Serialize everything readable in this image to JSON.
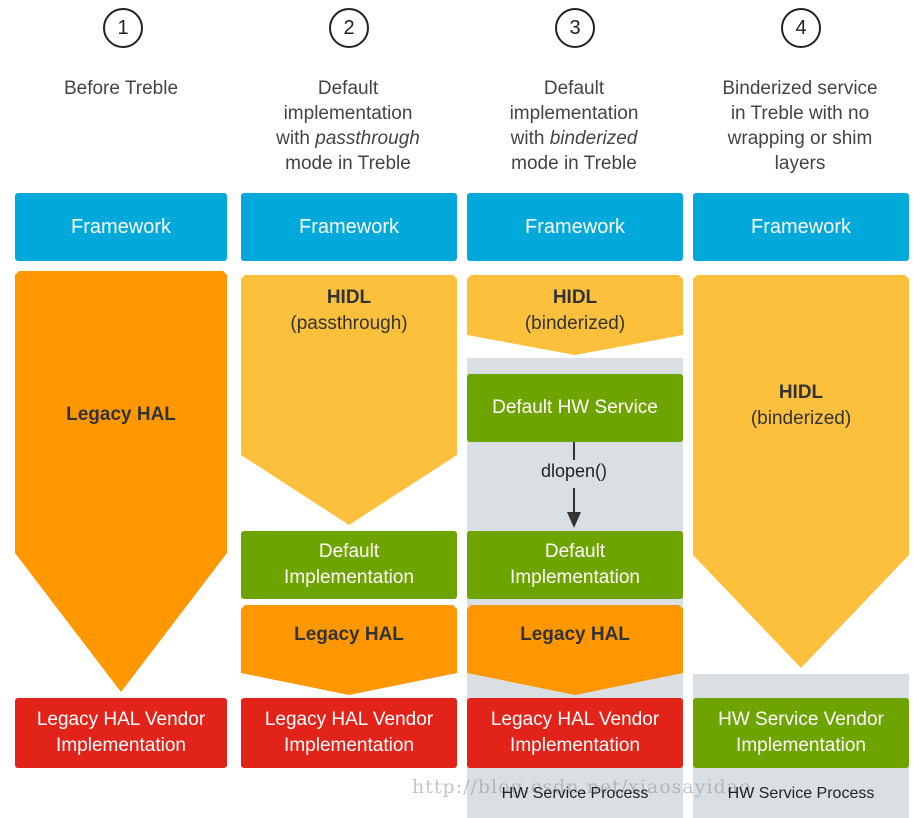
{
  "columns": [
    {
      "number": "1",
      "desc_lines": [
        "Before Treble"
      ]
    },
    {
      "number": "2",
      "desc_lines": [
        "Default",
        "implementation",
        "with passthrough",
        "mode in Treble"
      ]
    },
    {
      "number": "3",
      "desc_lines": [
        "Default",
        "implementation",
        "with binderized",
        "mode in Treble"
      ]
    },
    {
      "number": "4",
      "desc_lines": [
        "Binderized service",
        "in Treble with no",
        "wrapping or shim",
        "layers"
      ]
    }
  ],
  "desc2": {
    "line3_pre": "with ",
    "line3_em": "passthrough"
  },
  "desc3": {
    "line3_pre": "with ",
    "line3_em": "binderized"
  },
  "framework_label": "Framework",
  "legacy_hal": "Legacy HAL",
  "hidl": {
    "title": "HIDL",
    "passthrough": "(passthrough)",
    "binderized": "(binderized)"
  },
  "default_hw_service": "Default HW Service",
  "dlopen": "dlopen()",
  "default_impl": {
    "line1": "Default",
    "line2": "Implementation"
  },
  "legacy_vendor": {
    "line1": "Legacy HAL Vendor",
    "line2": "Implementation"
  },
  "hw_vendor": {
    "line1": "HW Service Vendor",
    "line2": "Implementation"
  },
  "hw_service_process": "HW Service Process",
  "watermark": "http://blog.csdn.net/xiaosayidao",
  "colors": {
    "framework": "#00a9d9",
    "hidl": "#fdc03d",
    "legacy_hal": "#ff9800",
    "default_green": "#6ea400",
    "vendor_red": "#e2231a",
    "process_grey": "#dadfe3"
  }
}
